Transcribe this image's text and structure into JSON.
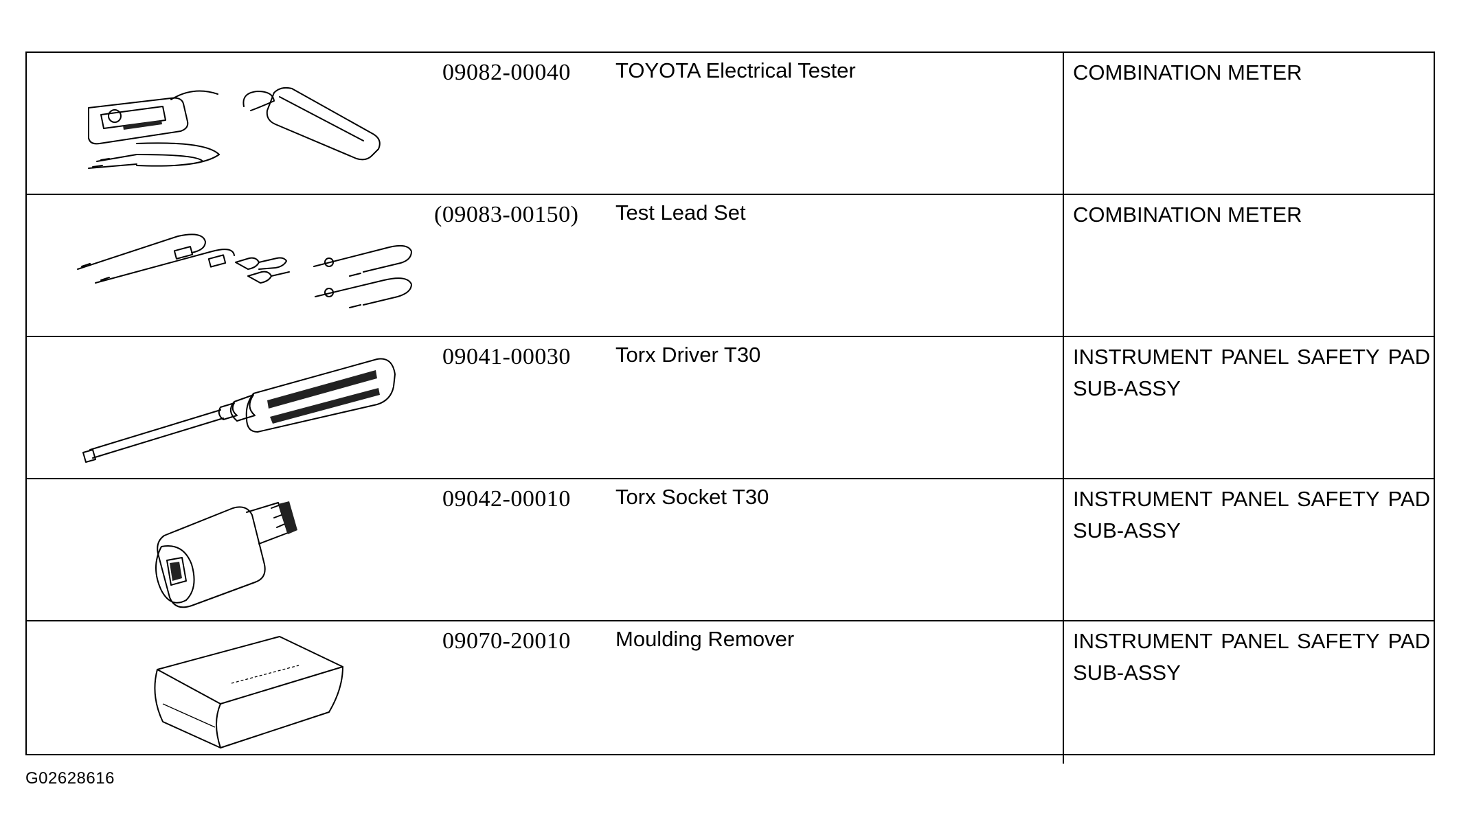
{
  "tools": [
    {
      "part_number": "09082-00040",
      "name": "TOYOTA Electrical Tester",
      "usage": "COMBINATION METER",
      "illustration_icon": "electrical-tester-icon"
    },
    {
      "part_number": "(09083-00150)",
      "name": "Test Lead Set",
      "usage": "COMBINATION METER",
      "illustration_icon": "test-lead-set-icon"
    },
    {
      "part_number": "09041-00030",
      "name": "Torx Driver T30",
      "usage": "INSTRUMENT PANEL SAFETY PAD SUB-ASSY",
      "illustration_icon": "torx-driver-icon"
    },
    {
      "part_number": "09042-00010",
      "name": "Torx Socket T30",
      "usage": "INSTRUMENT PANEL SAFETY PAD SUB-ASSY",
      "illustration_icon": "torx-socket-icon"
    },
    {
      "part_number": "09070-20010",
      "name": "Moulding Remover",
      "usage": "INSTRUMENT PANEL SAFETY PAD SUB-ASSY",
      "illustration_icon": "moulding-remover-icon"
    }
  ],
  "figure_code": "G02628616"
}
